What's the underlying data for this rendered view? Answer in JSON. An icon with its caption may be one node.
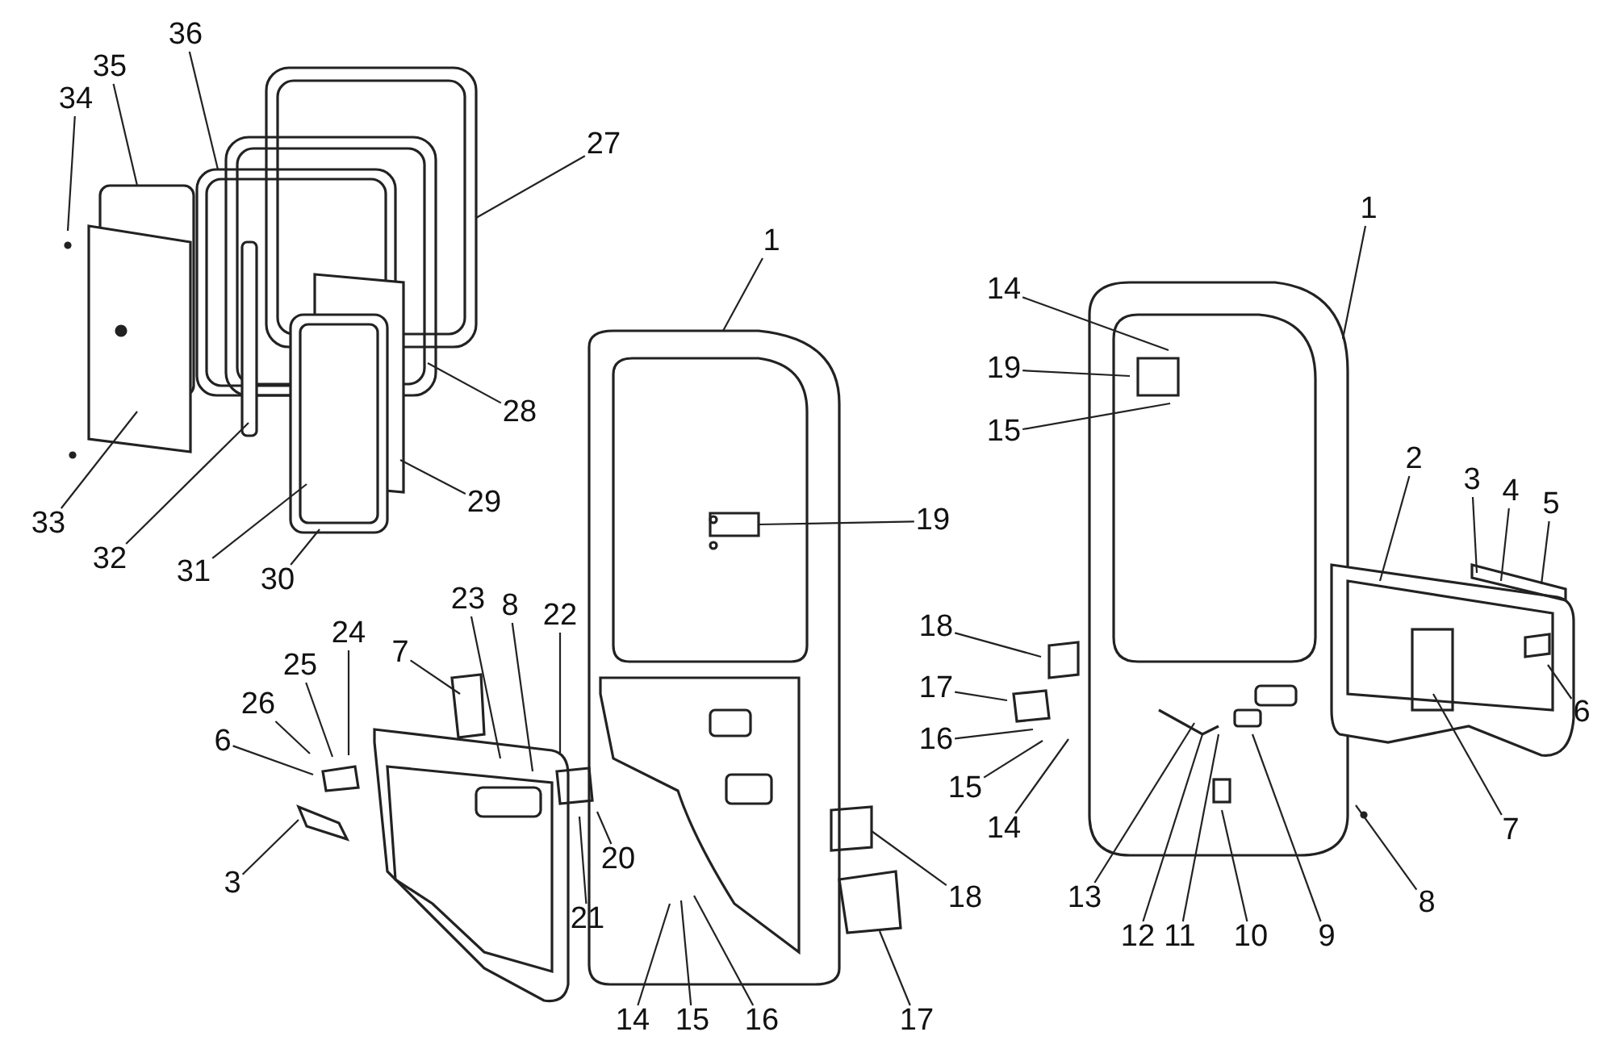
{
  "diagram": {
    "nodes": [
      {
        "text": [
          "34"
        ]
      },
      {
        "text": [
          "35"
        ]
      },
      {
        "text": [
          "36"
        ]
      },
      {
        "text": [
          "27"
        ]
      },
      {
        "text": [
          "28"
        ]
      },
      {
        "text": [
          "29"
        ]
      },
      {
        "text": [
          "33"
        ]
      },
      {
        "text": [
          "32"
        ]
      },
      {
        "text": [
          "31"
        ]
      },
      {
        "text": [
          "30"
        ]
      },
      {
        "text": [
          "1"
        ]
      },
      {
        "text": [
          "19"
        ]
      },
      {
        "text": [
          "7"
        ]
      },
      {
        "text": [
          "23"
        ]
      },
      {
        "text": [
          "8"
        ]
      },
      {
        "text": [
          "22"
        ]
      },
      {
        "text": [
          "24"
        ]
      },
      {
        "text": [
          "25"
        ]
      },
      {
        "text": [
          "26"
        ]
      },
      {
        "text": [
          "6"
        ]
      },
      {
        "text": [
          "3"
        ]
      },
      {
        "text": [
          "20"
        ]
      },
      {
        "text": [
          "21"
        ]
      },
      {
        "text": [
          "14"
        ]
      },
      {
        "text": [
          "15"
        ]
      },
      {
        "text": [
          "16"
        ]
      },
      {
        "text": [
          "17"
        ]
      },
      {
        "text": [
          "18"
        ]
      },
      {
        "text": [
          "1"
        ]
      },
      {
        "text": [
          "14"
        ]
      },
      {
        "text": [
          "19"
        ]
      },
      {
        "text": [
          "15"
        ]
      },
      {
        "text": [
          "18"
        ]
      },
      {
        "text": [
          "17"
        ]
      },
      {
        "text": [
          "16"
        ]
      },
      {
        "text": [
          "15"
        ]
      },
      {
        "text": [
          "14"
        ]
      },
      {
        "text": [
          "13"
        ]
      },
      {
        "text": [
          "12"
        ]
      },
      {
        "text": [
          "11"
        ]
      },
      {
        "text": [
          "10"
        ]
      },
      {
        "text": [
          "9"
        ]
      },
      {
        "text": [
          "8"
        ]
      },
      {
        "text": [
          "7"
        ]
      },
      {
        "text": [
          "6"
        ]
      },
      {
        "text": [
          "5"
        ]
      },
      {
        "text": [
          "4"
        ]
      },
      {
        "text": [
          "3"
        ]
      },
      {
        "text": [
          "2"
        ]
      }
    ],
    "edges": [
      {
        "from": 0,
        "to": null,
        "arrow": "none"
      },
      {
        "from": 1,
        "to": null,
        "arrow": "none"
      },
      {
        "from": 2,
        "to": null,
        "arrow": "none"
      },
      {
        "from": 3,
        "to": null,
        "arrow": "none"
      },
      {
        "from": 4,
        "to": null,
        "arrow": "none"
      },
      {
        "from": 5,
        "to": null,
        "arrow": "none"
      },
      {
        "from": 6,
        "to": null,
        "arrow": "none"
      },
      {
        "from": 7,
        "to": null,
        "arrow": "none"
      },
      {
        "from": 8,
        "to": null,
        "arrow": "none"
      },
      {
        "from": 9,
        "to": null,
        "arrow": "none"
      },
      {
        "from": 10,
        "to": null,
        "arrow": "none"
      },
      {
        "from": 11,
        "to": null,
        "arrow": "none"
      },
      {
        "from": 12,
        "to": null,
        "arrow": "none"
      },
      {
        "from": 13,
        "to": null,
        "arrow": "none"
      },
      {
        "from": 14,
        "to": null,
        "arrow": "none"
      },
      {
        "from": 15,
        "to": null,
        "arrow": "none"
      },
      {
        "from": 16,
        "to": null,
        "arrow": "none"
      },
      {
        "from": 17,
        "to": null,
        "arrow": "none"
      },
      {
        "from": 18,
        "to": null,
        "arrow": "none"
      },
      {
        "from": 19,
        "to": null,
        "arrow": "none"
      },
      {
        "from": 20,
        "to": null,
        "arrow": "none"
      },
      {
        "from": 21,
        "to": null,
        "arrow": "none"
      },
      {
        "from": 22,
        "to": null,
        "arrow": "none"
      },
      {
        "from": 23,
        "to": null,
        "arrow": "none"
      },
      {
        "from": 24,
        "to": null,
        "arrow": "none"
      },
      {
        "from": 25,
        "to": null,
        "arrow": "none"
      },
      {
        "from": 26,
        "to": null,
        "arrow": "none"
      },
      {
        "from": 27,
        "to": null,
        "arrow": "none"
      },
      {
        "from": 28,
        "to": null,
        "arrow": "none"
      },
      {
        "from": 29,
        "to": null,
        "arrow": "none"
      },
      {
        "from": 30,
        "to": null,
        "arrow": "none"
      },
      {
        "from": 31,
        "to": null,
        "arrow": "none"
      },
      {
        "from": 32,
        "to": null,
        "arrow": "none"
      },
      {
        "from": 33,
        "to": null,
        "arrow": "none"
      },
      {
        "from": 34,
        "to": null,
        "arrow": "none"
      },
      {
        "from": 35,
        "to": null,
        "arrow": "none"
      },
      {
        "from": 36,
        "to": null,
        "arrow": "none"
      },
      {
        "from": 37,
        "to": null,
        "arrow": "none"
      },
      {
        "from": 38,
        "to": null,
        "arrow": "none"
      },
      {
        "from": 39,
        "to": null,
        "arrow": "none"
      },
      {
        "from": 40,
        "to": null,
        "arrow": "none"
      },
      {
        "from": 41,
        "to": null,
        "arrow": "none"
      },
      {
        "from": 42,
        "to": null,
        "arrow": "none"
      },
      {
        "from": 43,
        "to": null,
        "arrow": "none"
      },
      {
        "from": 44,
        "to": null,
        "arrow": "none"
      },
      {
        "from": 45,
        "to": null,
        "arrow": "none"
      },
      {
        "from": 46,
        "to": null,
        "arrow": "none"
      },
      {
        "from": 47,
        "to": null,
        "arrow": "none"
      },
      {
        "from": 48,
        "to": null,
        "arrow": "none"
      }
    ]
  }
}
